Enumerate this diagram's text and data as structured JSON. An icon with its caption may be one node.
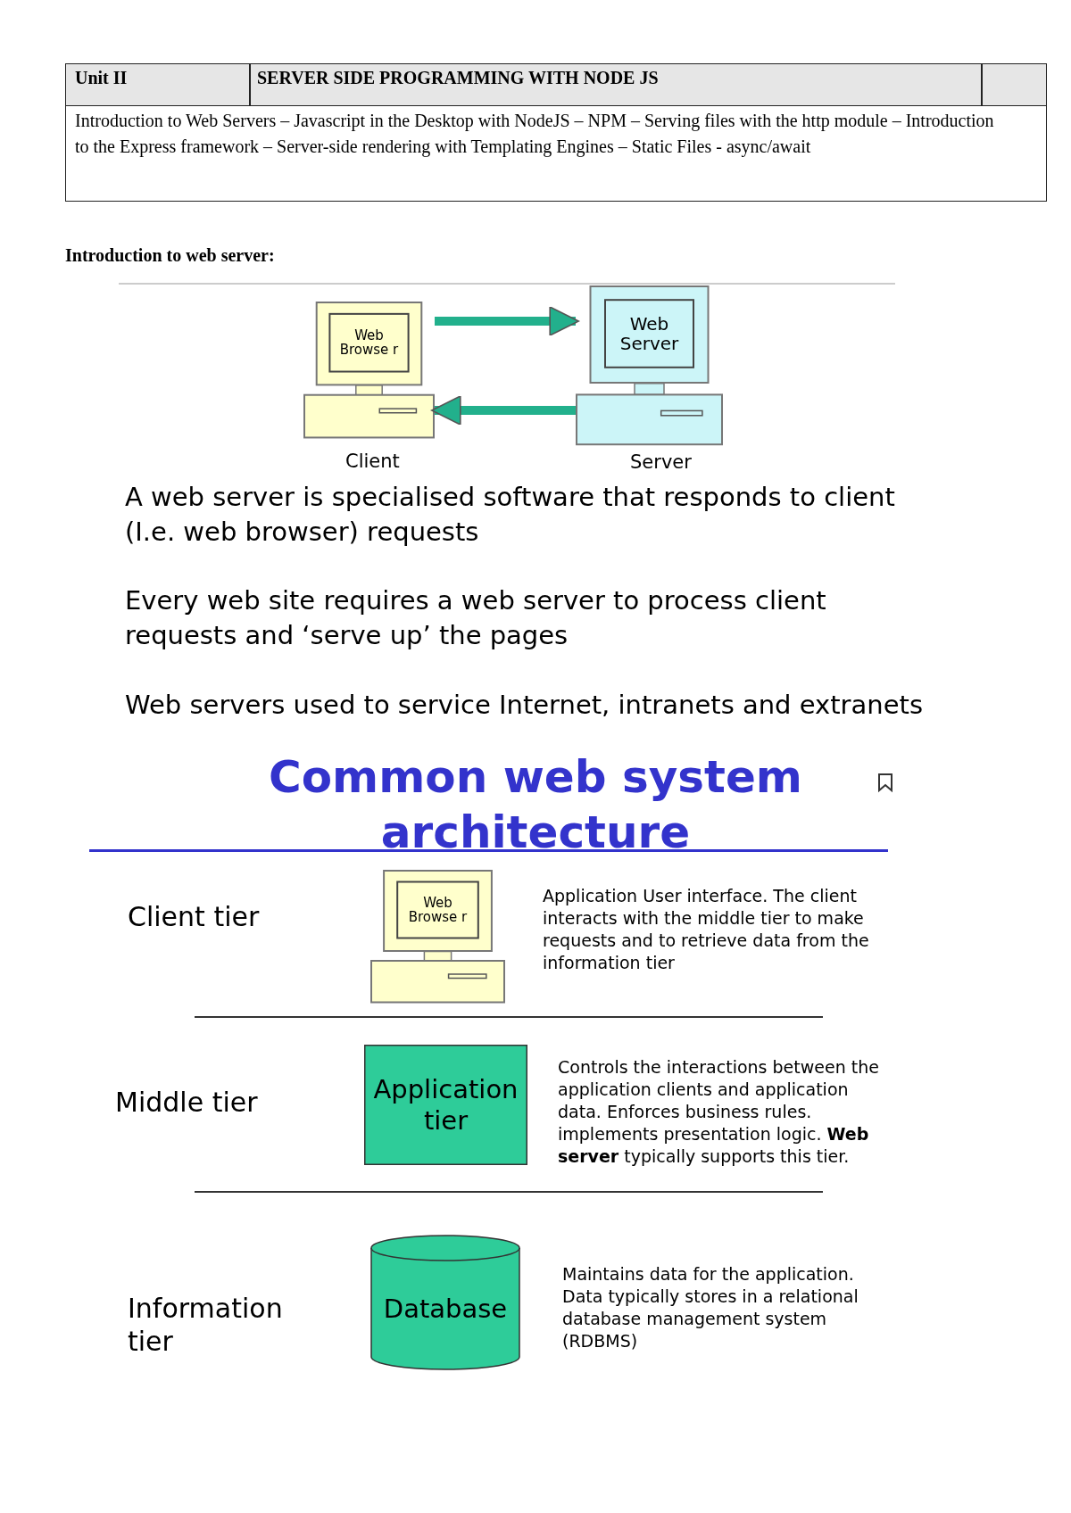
{
  "diagram": {
    "nodes": [
      {
        "text": [
          "Web Browse r"
        ],
        "beside": [
          "Client"
        ]
      },
      {
        "text": [
          "Web Server"
        ],
        "beside": [
          "Server"
        ]
      },
      {
        "text": [
          "Web Browse r"
        ]
      },
      {
        "text": [
          "Application tier"
        ]
      },
      {
        "text": [
          "Database"
        ]
      }
    ],
    "edges": [
      {
        "from": 0,
        "to": 1,
        "arrow": "to"
      },
      {
        "from": 1,
        "to": 0,
        "arrow": "to"
      }
    ],
    "labels": [
      "Unit II",
      "SERVER SIDE PROGRAMMING WITH NODE JS",
      "Introduction to Web Servers – Javascript in the Desktop with NodeJS – NPM – Serving files with the http module – Introduction to the Express framework – Server-side rendering with Templating Engines – Static Files - async/await",
      "Introduction to web server:",
      "A web server is specialised software that responds to client (I.e. web browser) requests",
      "Every web site requires a web server to process client requests and ‘serve up’ the pages",
      "Web servers used to service Internet, intranets and extranets",
      "Common web system architecture",
      "Client tier",
      "Application User interface. The client interacts with the middle tier to make requests and to retrieve data from the information tier",
      "Middle tier",
      "Controls the interactions between the application clients and application data.  Enforces business rules. implements presentation logic. **Web server** typically supports this tier.",
      "Information tier",
      "Maintains data for the application. Data typically stores in a relational database management system (RDBMS)"
    ]
  }
}
